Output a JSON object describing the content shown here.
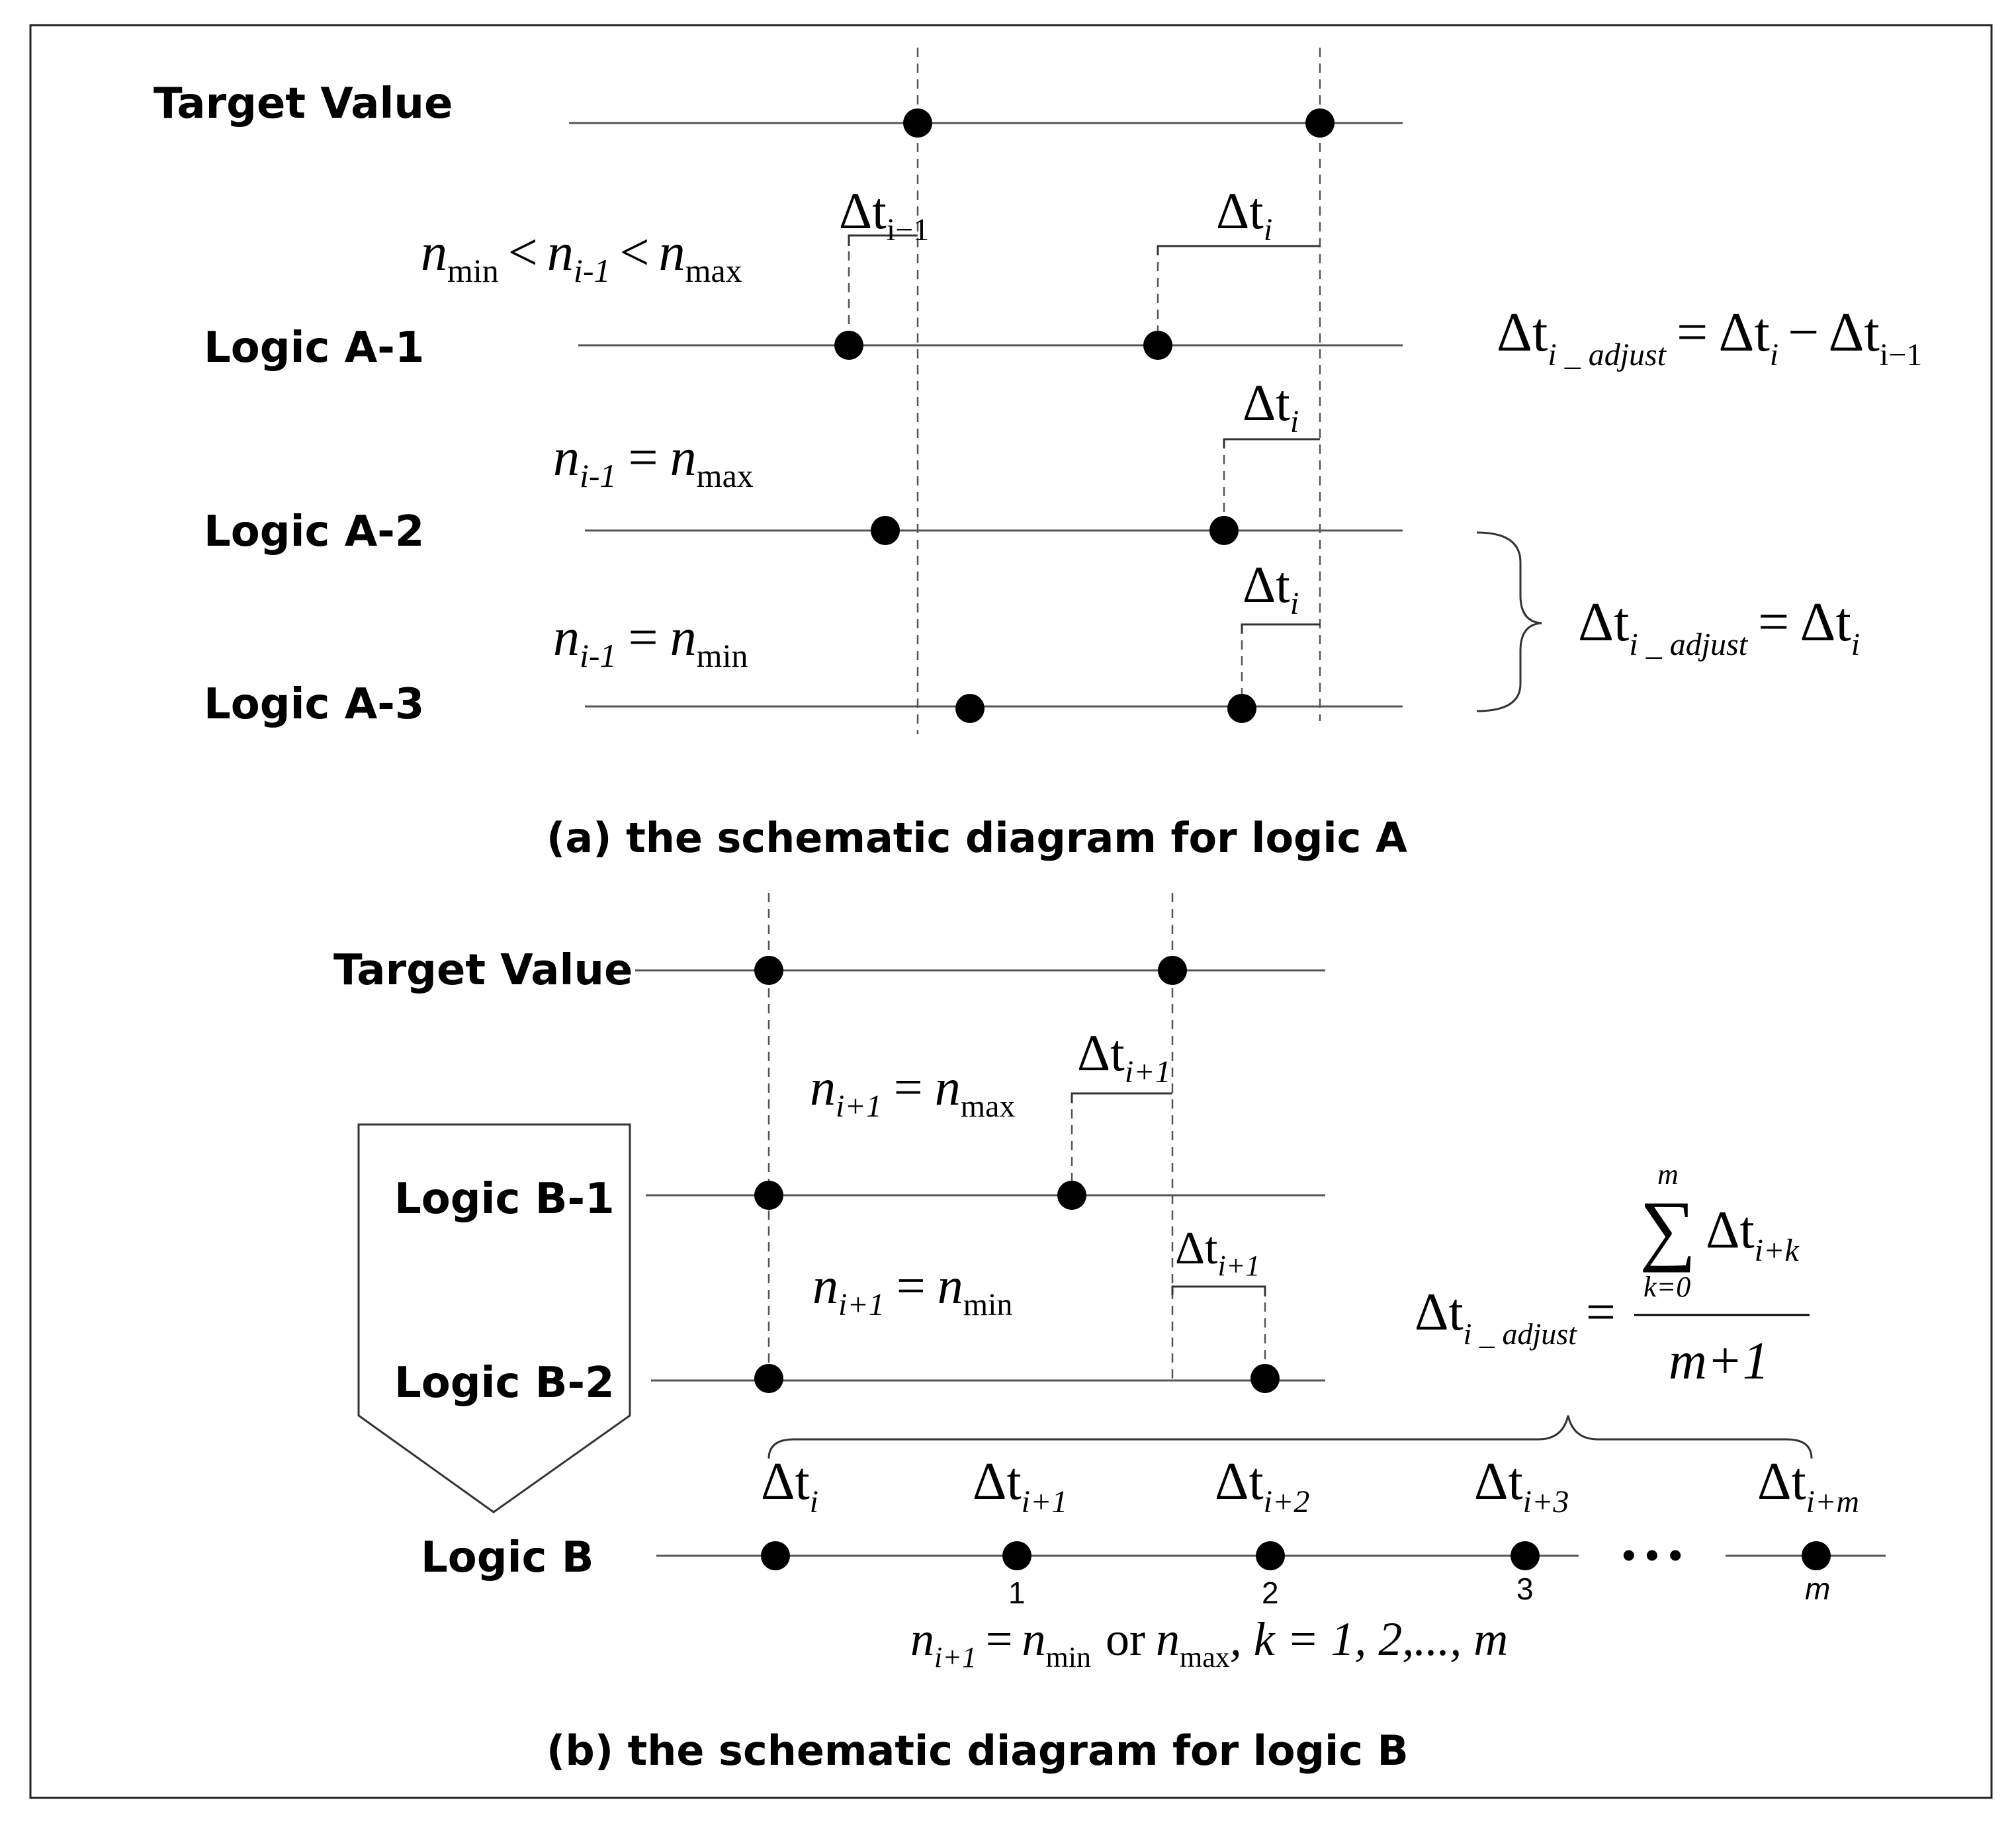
{
  "panel_a": {
    "caption": "(a) the schematic diagram for logic A",
    "rows": {
      "target": "Target Value",
      "a1": "Logic A-1",
      "a2": "Logic A-2",
      "a3": "Logic A-3"
    },
    "conditions": {
      "a1": {
        "n": "n",
        "sub1": "min",
        "lt": "<",
        "sub2": "i-1",
        "sub3": "max"
      },
      "a2": {
        "n": "n",
        "sub1": "i-1",
        "eq": "=",
        "sub2": "max"
      },
      "a3": {
        "n": "n",
        "sub1": "i-1",
        "eq": "=",
        "sub2": "min"
      }
    },
    "deltas": {
      "prev": {
        "sym": "Δt",
        "sub": "i−1"
      },
      "cur": {
        "sym": "Δt",
        "sub": "i"
      }
    },
    "formula1": {
      "lhs": "Δt",
      "lhs_sub": "i _ adjust",
      "eq": "=",
      "t1": "Δt",
      "t1_sub": "i",
      "minus": "−",
      "t2": "Δt",
      "t2_sub": "i−1"
    },
    "formula2": {
      "lhs": "Δt",
      "lhs_sub": "i _ adjust",
      "eq": "=",
      "t1": "Δt",
      "t1_sub": "i"
    }
  },
  "panel_b": {
    "caption": "(b) the schematic diagram for logic B",
    "rows": {
      "target": "Target Value",
      "b1": "Logic B-1",
      "b2": "Logic B-2",
      "b": "Logic B"
    },
    "conditions": {
      "b1": {
        "n": "n",
        "sub1": "i+1",
        "eq": "=",
        "sub2": "max"
      },
      "b2": {
        "n": "n",
        "sub1": "i+1",
        "eq": "=",
        "sub2": "min"
      }
    },
    "deltas": {
      "b1": {
        "sym": "Δt",
        "sub": "i+1"
      },
      "b2": {
        "sym": "Δt",
        "sub": "i+1"
      }
    },
    "sequence": [
      {
        "sym": "Δt",
        "sub": "i",
        "index": ""
      },
      {
        "sym": "Δt",
        "sub": "i+1",
        "index": "1"
      },
      {
        "sym": "Δt",
        "sub": "i+2",
        "index": "2"
      },
      {
        "sym": "Δt",
        "sub": "i+3",
        "index": "3"
      },
      {
        "sym": "Δt",
        "sub": "i+m",
        "index": "m"
      }
    ],
    "ellipsis": "• • •",
    "footer": {
      "n": "n",
      "sub1": "i+1",
      "eq": "=",
      "n2": "n",
      "sub2": "min",
      "or": "or",
      "n3": "n",
      "sub3": "max",
      "rest": ", k = 1, 2,..., m"
    },
    "formula": {
      "lhs": "Δt",
      "lhs_sub": "i _ adjust",
      "eq": "=",
      "sigma": "∑",
      "sig_top": "m",
      "sig_bot": "k=0",
      "term": "Δt",
      "term_sub": "i+k",
      "den": "m+1"
    }
  }
}
